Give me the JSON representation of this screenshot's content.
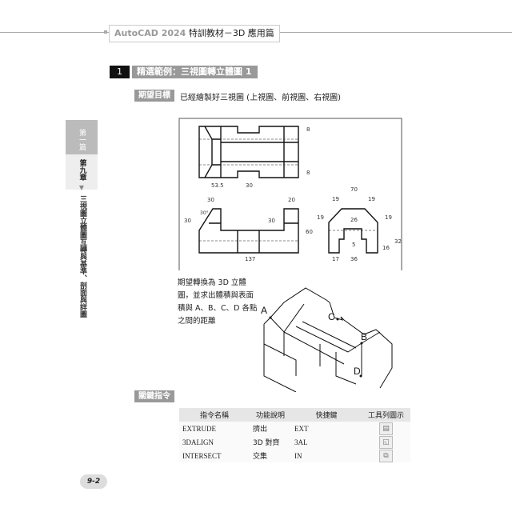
{
  "header": {
    "brand": "AutoCAD 2024",
    "title": " 特訓教材－3D 應用篇"
  },
  "section": {
    "number": "1",
    "title": "精選範例：三視圖轉立體圖 1"
  },
  "goal": {
    "tag": "期望目標",
    "text": "已經繪製好三視圖 (上視圖、前視圖、右視圖)"
  },
  "sidebar": {
    "part": "第一篇",
    "chapter": "第九章",
    "chapter_title": "三視圖立體圖互轉與基準、剖面與詳圖"
  },
  "drawing": {
    "top_dims": [
      "8",
      "8",
      "53.5",
      "30"
    ],
    "front_dims": [
      "30",
      "20",
      "30",
      "30°",
      "30",
      "60",
      "137"
    ],
    "right_dims": [
      "70",
      "19",
      "19",
      "19",
      "19",
      "26",
      "5",
      "16",
      "32",
      "17",
      "36"
    ]
  },
  "description": "期望轉換為 3D 立體圖，並求出體積與表面積與 A、B、C、D 各點之間的距離",
  "iso_points": [
    "A",
    "B",
    "C",
    "D"
  ],
  "commands": {
    "tag": "關鍵指令",
    "headers": [
      "指令名稱",
      "功能說明",
      "快捷鍵",
      "工具列圖示"
    ],
    "rows": [
      {
        "name": "EXTRUDE",
        "desc": "擠出",
        "key": "EXT",
        "icon": "extrude-icon"
      },
      {
        "name": "3DALIGN",
        "desc": "3D 對齊",
        "key": "3AL",
        "icon": "3dalign-icon"
      },
      {
        "name": "INTERSECT",
        "desc": "交集",
        "key": "IN",
        "icon": "intersect-icon"
      }
    ]
  },
  "page_number": "9-2"
}
